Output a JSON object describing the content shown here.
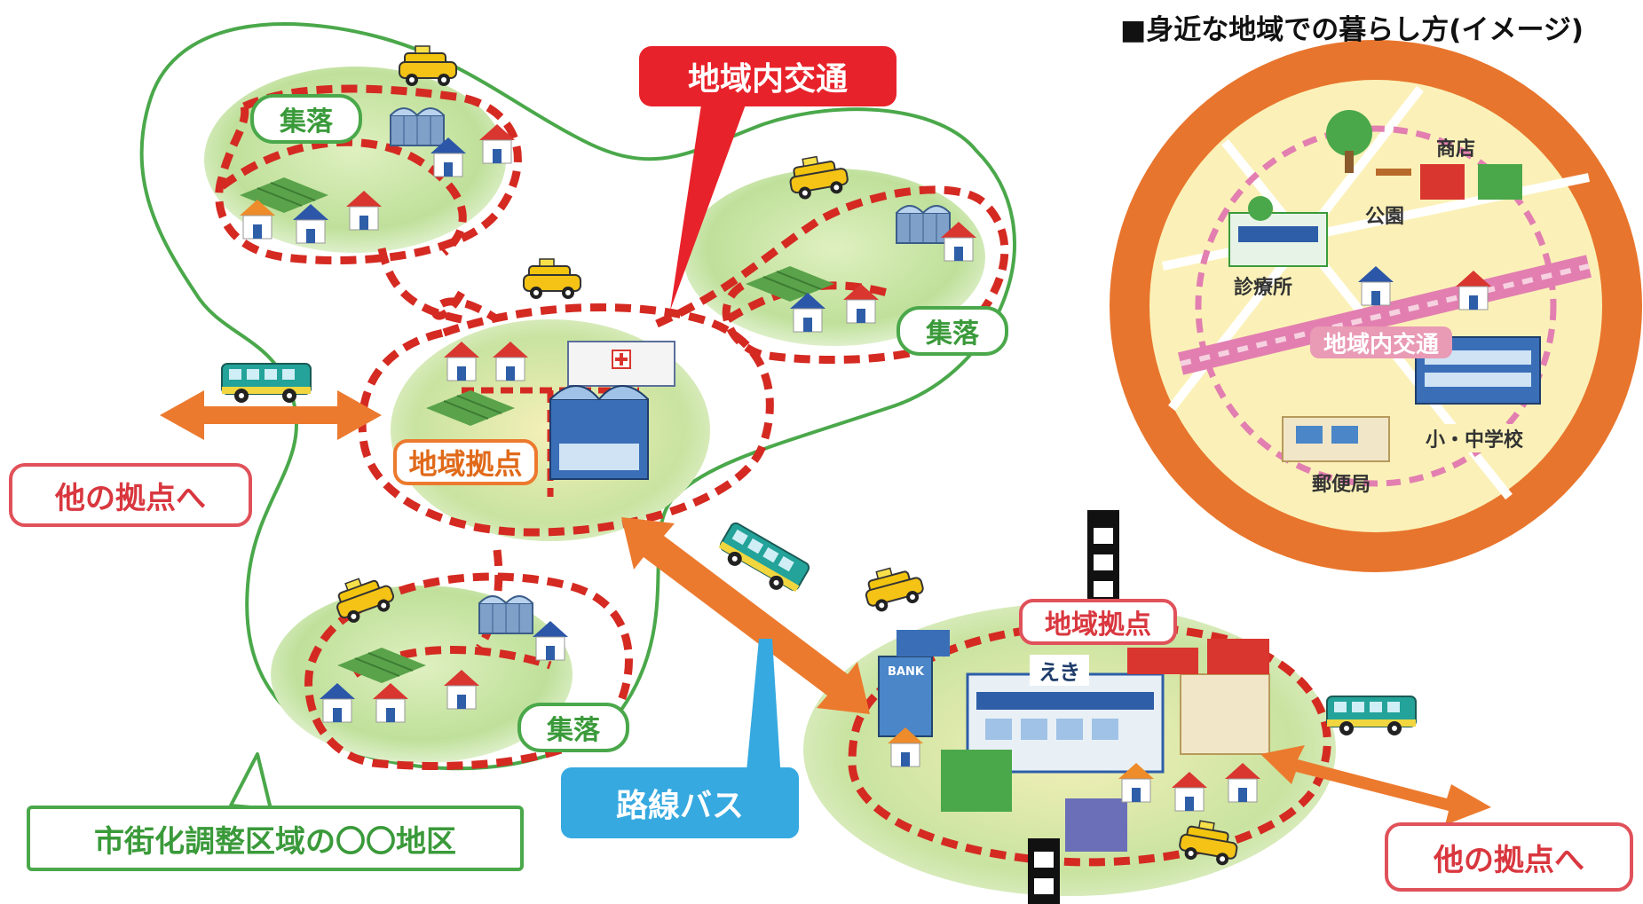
{
  "title": "■身近な地域での暮らし方(イメージ)",
  "labels": {
    "settlement": "集落",
    "regional_transport": "地域内交通",
    "regional_hub": "地域拠点",
    "to_other_hub": "他の拠点へ",
    "route_bus": "路線バス",
    "district": "市街化調整区域の〇〇地区"
  },
  "inset": {
    "shop": "商店",
    "park": "公園",
    "clinic": "診療所",
    "transport": "地域内交通",
    "school": "小・中学校",
    "post_office": "郵便局"
  },
  "town": {
    "station": "えき",
    "bank": "BANK"
  },
  "colors": {
    "green_outline": "#4aa84a",
    "red_dash": "#d42a22",
    "orange_arrow": "#ec7a2e",
    "callout_red": "#e8222a",
    "callout_blue": "#36a9e0",
    "ring_orange": "#e8752d",
    "inset_bg": "#fbf1b8",
    "pink_road": "#e27fb0"
  },
  "icons": [
    "taxi-icon",
    "bus-icon",
    "house-icon",
    "greenhouse-icon",
    "hospital-icon",
    "train-track-icon",
    "school-icon"
  ]
}
